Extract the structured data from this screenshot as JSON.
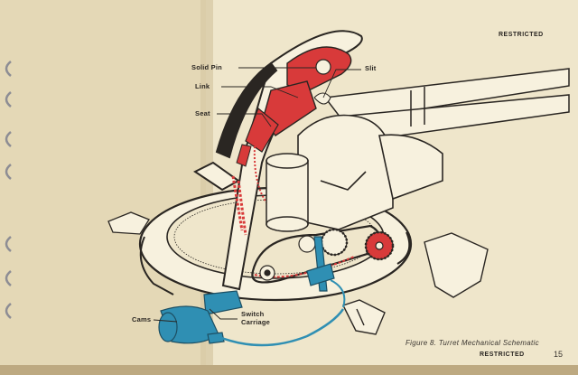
{
  "header": {
    "classification": "RESTRICTED"
  },
  "callouts": {
    "solid_pin": "Solid Pin",
    "link": "Link",
    "seat": "Seat",
    "slit": "Slit",
    "cams": "Cams",
    "switch_carriage_line1": "Switch",
    "switch_carriage_line2": "Carriage"
  },
  "footer": {
    "figure_caption": "Figure 8.   Turret Mechanical Schematic",
    "classification": "RESTRICTED",
    "page_number": "15"
  },
  "colors": {
    "paper": "#efe6cb",
    "left_page": "#e4d8b6",
    "ink": "#2a2622",
    "red": "#d83a3a",
    "blue": "#2f8fb3",
    "binder_ring": "#9a9aa0"
  }
}
